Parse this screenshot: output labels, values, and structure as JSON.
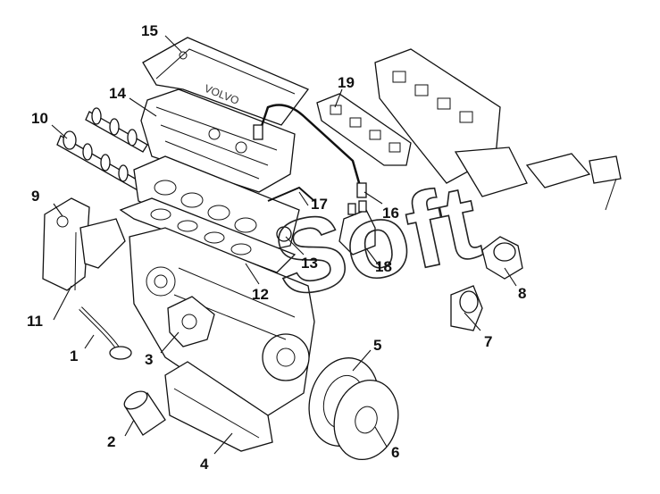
{
  "watermark": {
    "text": "Soft"
  },
  "engraving": {
    "text": "VOLVO"
  },
  "callouts": [
    {
      "id": "1",
      "label": "1"
    },
    {
      "id": "2",
      "label": "2"
    },
    {
      "id": "3",
      "label": "3"
    },
    {
      "id": "4",
      "label": "4"
    },
    {
      "id": "5",
      "label": "5"
    },
    {
      "id": "6",
      "label": "6"
    },
    {
      "id": "7",
      "label": "7"
    },
    {
      "id": "8",
      "label": "8"
    },
    {
      "id": "9",
      "label": "9"
    },
    {
      "id": "10",
      "label": "10"
    },
    {
      "id": "11",
      "label": "11"
    },
    {
      "id": "12",
      "label": "12"
    },
    {
      "id": "13",
      "label": "13"
    },
    {
      "id": "14",
      "label": "14"
    },
    {
      "id": "15",
      "label": "15"
    },
    {
      "id": "16",
      "label": "16"
    },
    {
      "id": "17",
      "label": "17"
    },
    {
      "id": "18",
      "label": "18"
    },
    {
      "id": "19",
      "label": "19"
    }
  ]
}
